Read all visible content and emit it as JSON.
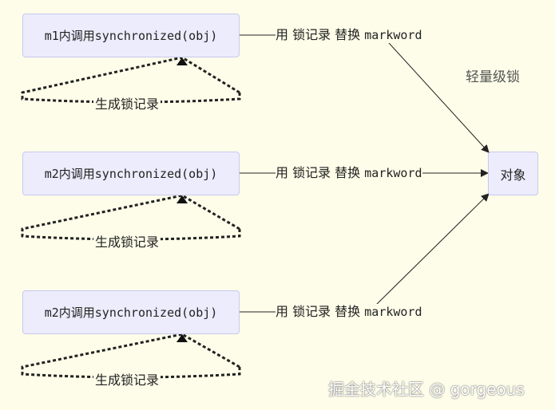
{
  "nodes": {
    "m1": {
      "label": "m1内调用synchronized(obj)"
    },
    "m2a": {
      "label": "m2内调用synchronized(obj)"
    },
    "m2b": {
      "label": "m2内调用synchronized(obj)"
    },
    "object": {
      "label": "对象"
    }
  },
  "edges": {
    "replace_label_prefix": "用 锁记录 替换 ",
    "replace_label_word": "markword",
    "loop_label": "生成锁记录"
  },
  "note": {
    "label": "轻量级锁"
  },
  "watermark": {
    "label": "掘金技术社区 @ gorgeous"
  },
  "colors": {
    "background": "#fdfde9",
    "box_fill": "#ececfd",
    "box_border": "#c8c8ef",
    "line": "#222222"
  }
}
